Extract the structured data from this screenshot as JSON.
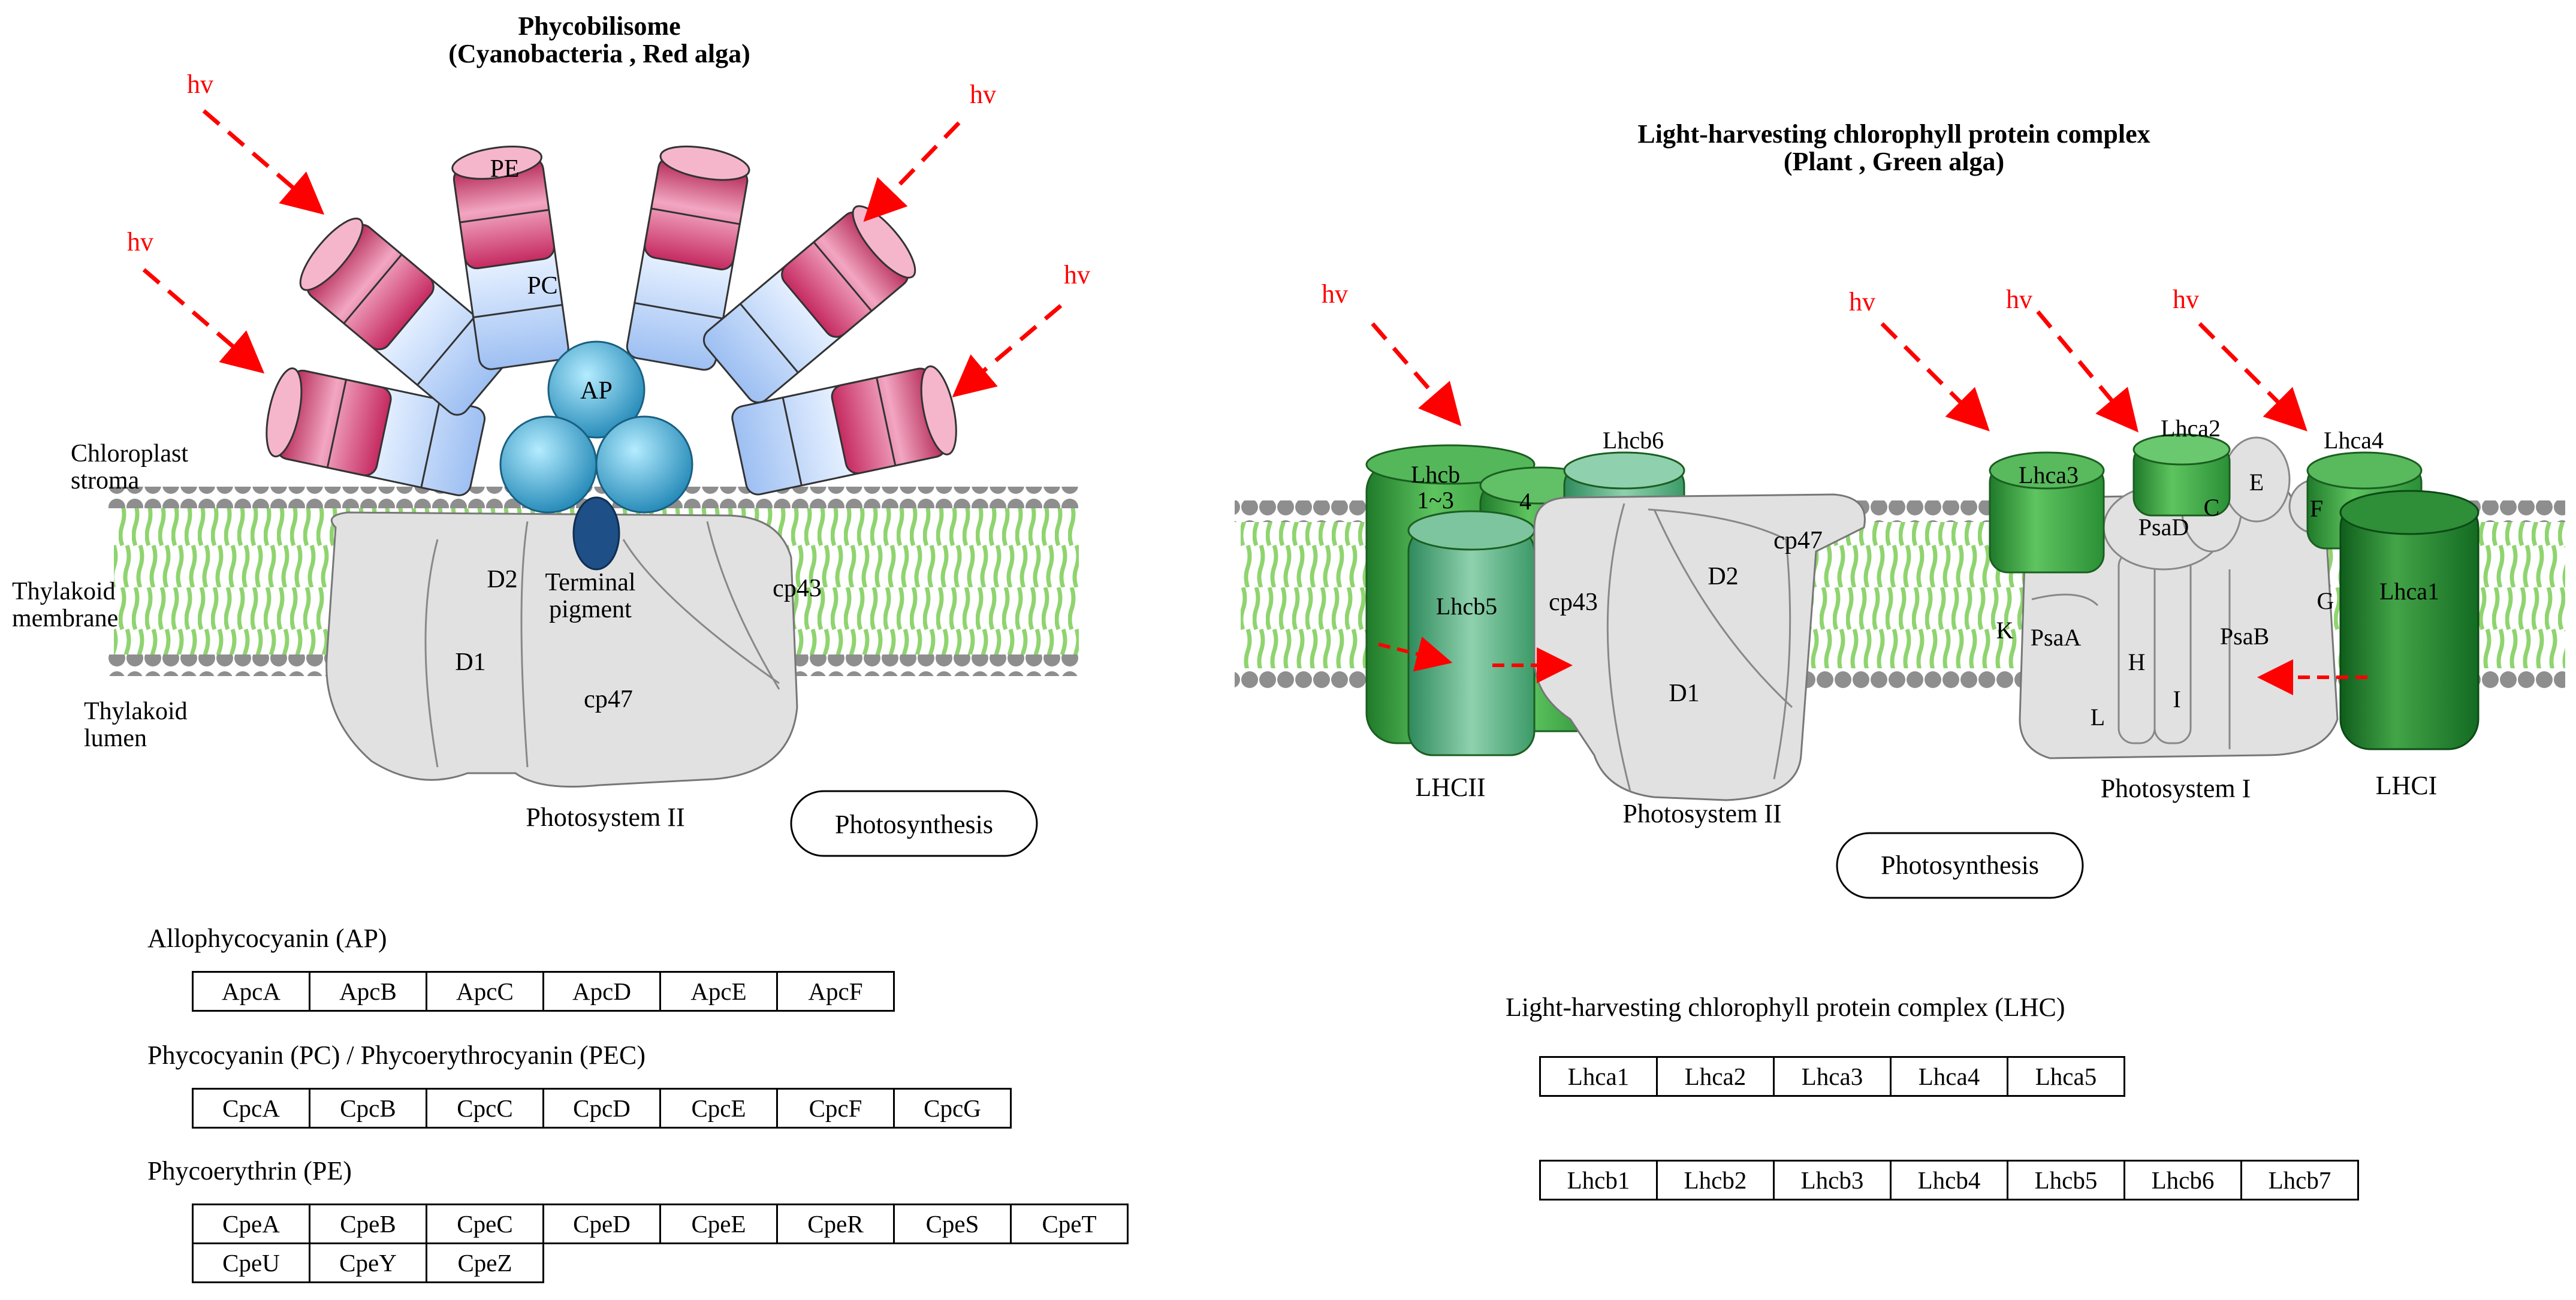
{
  "left_panel": {
    "title": "Phycobilisome",
    "subtitle": "(Cyanobacteria , Red alga)",
    "photon_label": "hv",
    "rod_labels": {
      "pe": "PE",
      "pc": "PC",
      "ap": "AP"
    },
    "terminal_pigment": [
      "Terminal",
      "pigment"
    ],
    "compartments": {
      "stroma": [
        "Chloroplast",
        "stroma"
      ],
      "membrane": [
        "Thylakoid",
        "membrane"
      ],
      "lumen": [
        "Thylakoid",
        "lumen"
      ]
    },
    "psii_subunits": {
      "d1": "D1",
      "d2": "D2",
      "cp43": "cp43",
      "cp47": "cp47"
    },
    "psii_label": "Photosystem II",
    "map_link": "Photosynthesis"
  },
  "right_panel": {
    "title": "Light-harvesting chlorophyll protein complex",
    "subtitle": "(Plant , Green alga)",
    "photon_label": "hv",
    "lhcb_labels": {
      "lhcb13": [
        "Lhcb",
        "1~3"
      ],
      "lhcb4": "4",
      "lhcb5": "Lhcb5",
      "lhcb6": "Lhcb6"
    },
    "lhca_labels": {
      "lhca1": "Lhca1",
      "lhca2": "Lhca2",
      "lhca3": "Lhca3",
      "lhca4": "Lhca4"
    },
    "psii_subunits": {
      "d1": "D1",
      "d2": "D2",
      "cp43": "cp43",
      "cp47": "cp47"
    },
    "psi_subunits": {
      "psaA": "PsaA",
      "psaB": "PsaB",
      "psaD": "PsaD",
      "c": "C",
      "e": "E",
      "f": "F",
      "g": "G",
      "h": "H",
      "i": "I",
      "k": "K",
      "l": "L"
    },
    "complex_labels": {
      "lhcii": "LHCII",
      "psii": "Photosystem II",
      "psi": "Photosystem I",
      "lhci": "LHCI"
    },
    "map_link": "Photosynthesis"
  },
  "gene_groups": {
    "ap": {
      "heading": "Allophycocyanin (AP)",
      "genes": [
        "ApcA",
        "ApcB",
        "ApcC",
        "ApcD",
        "ApcE",
        "ApcF"
      ]
    },
    "pc": {
      "heading": "Phycocyanin (PC) / Phycoerythrocyanin (PEC)",
      "genes": [
        "CpcA",
        "CpcB",
        "CpcC",
        "CpcD",
        "CpcE",
        "CpcF",
        "CpcG"
      ]
    },
    "pe": {
      "heading": "Phycoerythrin (PE)",
      "genes_row1": [
        "CpeA",
        "CpeB",
        "CpeC",
        "CpeD",
        "CpeE",
        "CpeR",
        "CpeS",
        "CpeT"
      ],
      "genes_row2": [
        "CpeU",
        "CpeY",
        "CpeZ"
      ]
    },
    "lhc": {
      "heading": "Light-harvesting chlorophyll protein complex (LHC)",
      "lhca": [
        "Lhca1",
        "Lhca2",
        "Lhca3",
        "Lhca4",
        "Lhca5"
      ],
      "lhcb": [
        "Lhcb1",
        "Lhcb2",
        "Lhcb3",
        "Lhcb4",
        "Lhcb5",
        "Lhcb6",
        "Lhcb7"
      ]
    }
  },
  "colors": {
    "photon": "#ff0000",
    "pe_rod": "#d83a6f",
    "pc_rod": "#a9c9f7",
    "ap_core": "#2f9fc6",
    "terminal": "#1e4f86",
    "membrane_lipid": "#8e8e8e",
    "membrane_tail": "#8fd46f",
    "protein": "#e1e1e1",
    "lhc_green": "#2e9c3c"
  }
}
